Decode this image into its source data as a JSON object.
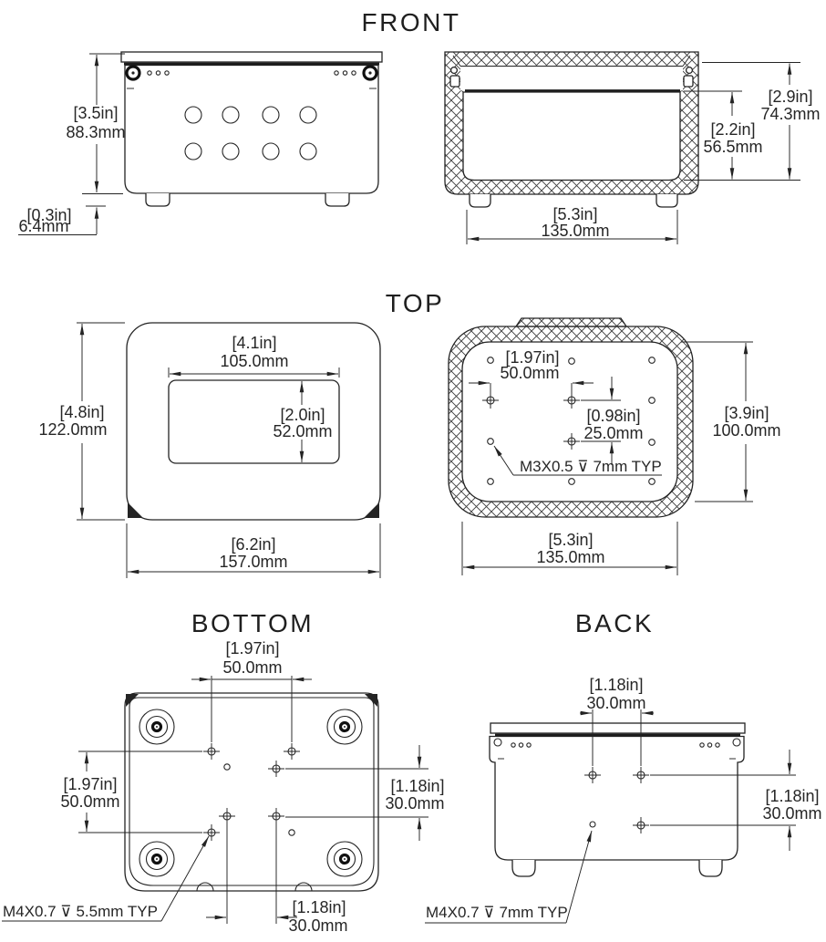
{
  "drawing": {
    "colors": {
      "line": "#242424",
      "background": "#ffffff"
    },
    "views": {
      "front": {
        "title": "FRONT"
      },
      "top": {
        "title": "TOP"
      },
      "bottom": {
        "title": "BOTTOM"
      },
      "back": {
        "title": "BACK"
      }
    },
    "dimensions": {
      "front_body_height": {
        "inches": "[3.5in]",
        "mm": "88.3mm"
      },
      "front_foot_height": {
        "inches": "[0.3in]",
        "mm": "6.4mm"
      },
      "front_overall_height": {
        "inches": "[2.9in]",
        "mm": "74.3mm"
      },
      "front_cavity_height": {
        "inches": "[2.2in]",
        "mm": "56.5mm"
      },
      "front_base_width": {
        "inches": "[5.3in]",
        "mm": "135.0mm"
      },
      "top_cutout_width": {
        "inches": "[4.1in]",
        "mm": "105.0mm"
      },
      "top_cutout_height": {
        "inches": "[2.0in]",
        "mm": "52.0mm"
      },
      "top_outer_height": {
        "inches": "[4.8in]",
        "mm": "122.0mm"
      },
      "top_outer_width": {
        "inches": "[6.2in]",
        "mm": "157.0mm"
      },
      "top_section_hole_pitch_x": {
        "inches": "[1.97in]",
        "mm": "50.0mm"
      },
      "top_section_hole_pitch_y": {
        "inches": "[0.98in]",
        "mm": "25.0mm"
      },
      "top_section_inner_height": {
        "inches": "[3.9in]",
        "mm": "100.0mm"
      },
      "top_section_width": {
        "inches": "[5.3in]",
        "mm": "135.0mm"
      },
      "bottom_pitch_top": {
        "inches": "[1.97in]",
        "mm": "50.0mm"
      },
      "bottom_pitch_left": {
        "inches": "[1.97in]",
        "mm": "50.0mm"
      },
      "bottom_pitch_right": {
        "inches": "[1.18in]",
        "mm": "30.0mm"
      },
      "bottom_pitch_bottom": {
        "inches": "[1.18in]",
        "mm": "30.0mm"
      },
      "back_pitch_top": {
        "inches": "[1.18in]",
        "mm": "30.0mm"
      },
      "back_pitch_right": {
        "inches": "[1.18in]",
        "mm": "30.0mm"
      }
    },
    "thread_notes": {
      "top_section": "M3X0.5 ⊽ 7mm TYP",
      "bottom": "M4X0.7 ⊽ 5.5mm TYP",
      "back": "M4X0.7 ⊽ 7mm TYP"
    }
  }
}
